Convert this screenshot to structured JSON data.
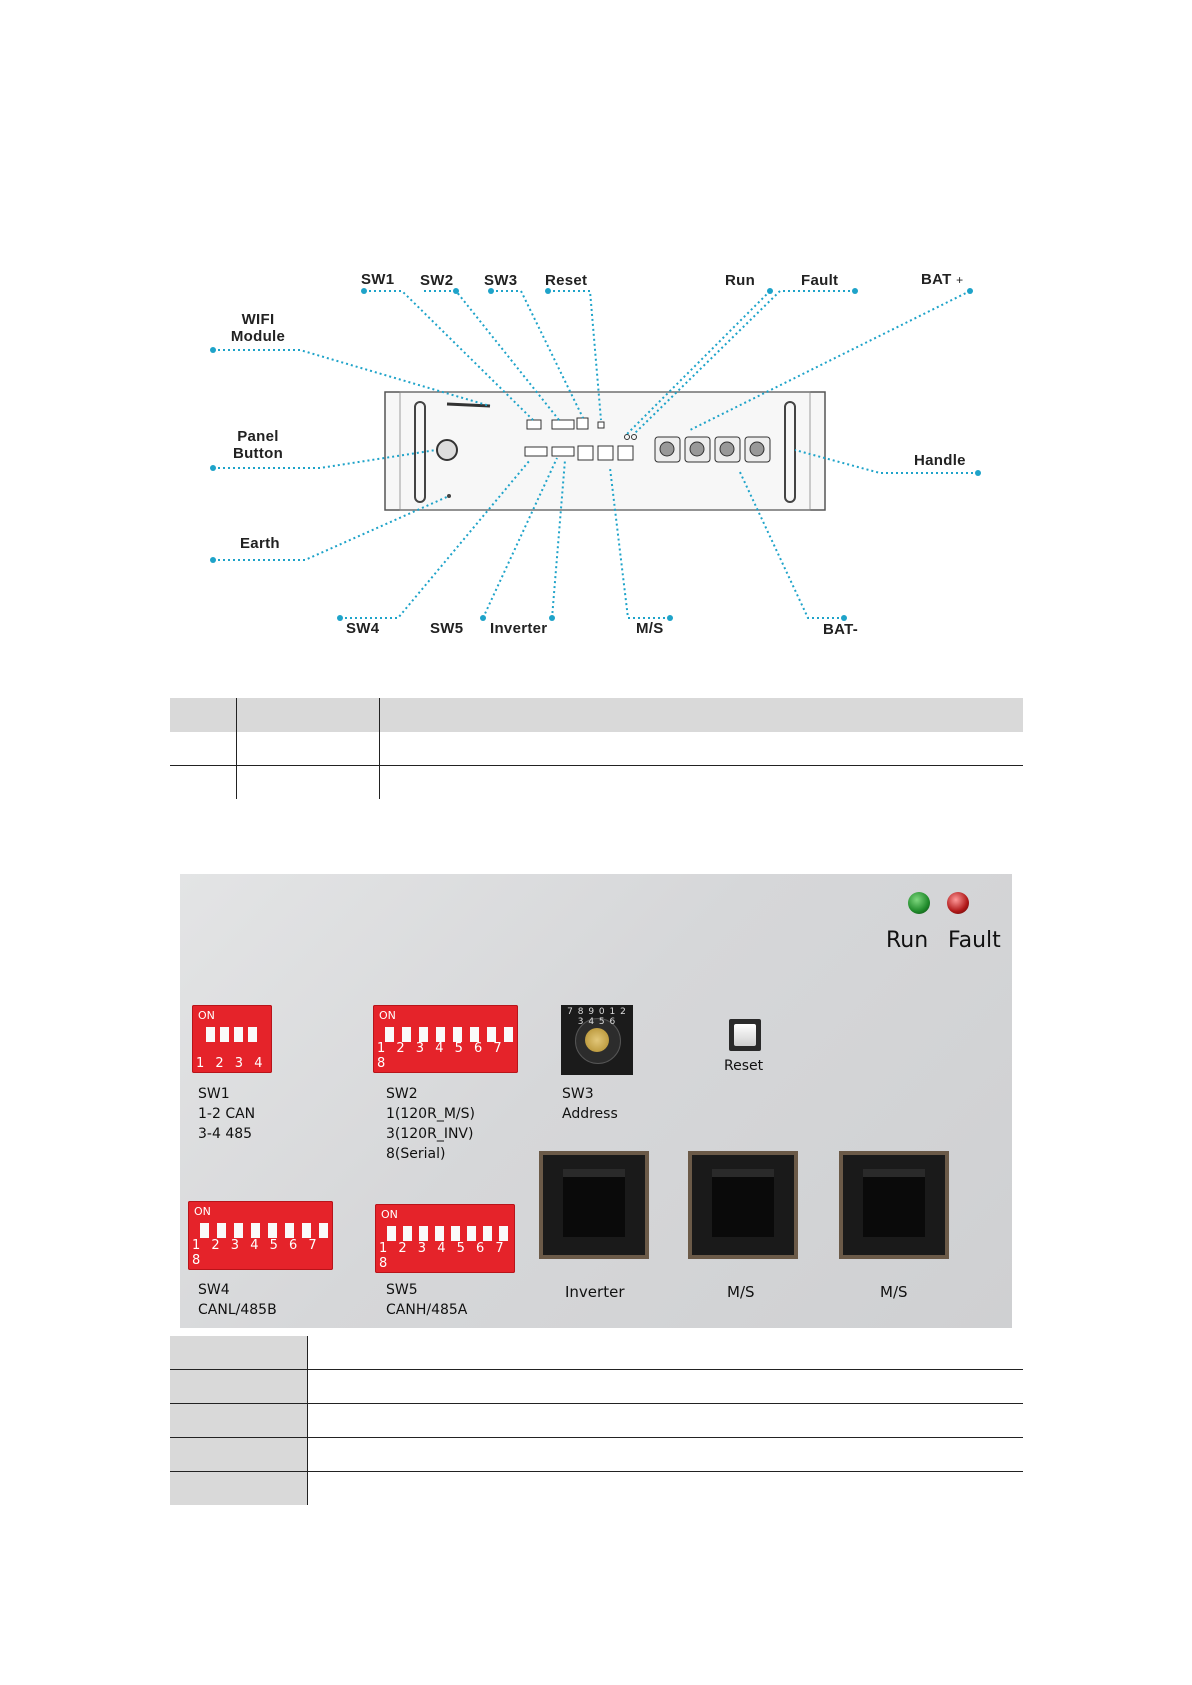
{
  "diagram": {
    "labels": {
      "sw1": "SW1",
      "sw2": "SW2",
      "sw3": "SW3",
      "reset": "Reset",
      "run": "Run",
      "fault": "Fault",
      "bat_plus": "BAT",
      "bat_plus_sign": "+",
      "wifi_line1": "WIFI",
      "wifi_line2": "Module",
      "panel_line1": "Panel",
      "panel_line2": "Button",
      "earth": "Earth",
      "handle": "Handle",
      "sw4": "SW4",
      "sw5": "SW5",
      "inverter": "Inverter",
      "ms": "M/S",
      "bat_minus": "BAT-"
    },
    "line_color": "#1ea3c9"
  },
  "photo": {
    "sw1": {
      "name": "SW1",
      "line1": "1-2 CAN",
      "line2": "3-4 485",
      "on": "ON",
      "nums": "1 2 3 4"
    },
    "sw2": {
      "name": "SW2",
      "line1": "1(120R_M/S)",
      "line2": "3(120R_INV)",
      "line3": "8(Serial)",
      "on": "ON",
      "nums": "1 2 3 4 5 6 7 8"
    },
    "sw3": {
      "name": "SW3",
      "line1": "Address",
      "dial": "7 8 9 0 1 2 3 4 5 6"
    },
    "reset": "Reset",
    "run": "Run",
    "fault": "Fault",
    "sw4": {
      "name": "SW4",
      "line1": "CANL/485B",
      "on": "ON",
      "nums": "1 2 3 4 5 6 7 8"
    },
    "sw5": {
      "name": "SW5",
      "line1": "CANH/485A",
      "on": "ON",
      "nums": "1 2 3 4 5 6 7 8"
    },
    "ports": [
      "Inverter",
      "M/S",
      "M/S"
    ],
    "led_run_color": "#1f8a2a",
    "led_fault_color": "#b01818",
    "dip_color": "#e5232a"
  }
}
